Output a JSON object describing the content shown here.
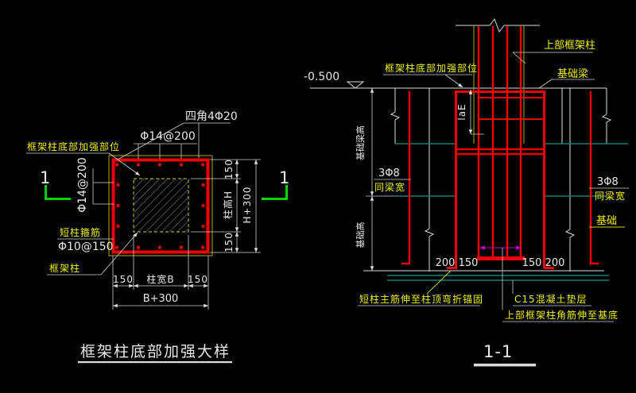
{
  "left_drawing": {
    "title": "框架柱底部加强大样",
    "section_marker": "1",
    "labels": {
      "corner_bars": "四角4Φ20",
      "top_stirrup": "Φ14@200",
      "left_stirrup": "Φ14@200",
      "strengthen_zone": "框架柱底部加强部位",
      "short_column_stirrup": "短柱箍筋",
      "short_column_stirrup_spec": "Φ10@150",
      "frame_column": "框架柱"
    },
    "dims_right": [
      "150",
      "柱高H",
      "150",
      "H+300"
    ],
    "dims_bottom": [
      "150",
      "柱宽B",
      "150",
      "B+300"
    ]
  },
  "right_drawing": {
    "title": "1-1",
    "labels": {
      "level": "-0.500",
      "strengthen_zone": "框架柱底部加强部位",
      "upper_column": "上部框架柱",
      "foundation_beam": "基础梁",
      "anchorage_length": "laE",
      "beam_bars_left": "3Φ8",
      "beam_bars_left_note": "同梁宽",
      "beam_bars_right": "3Φ8",
      "beam_bars_right_note": "同梁宽",
      "foundation": "基础",
      "note_short_column": "短柱主筋伸至柱顶弯折锚固",
      "note_cushion": "C15混凝土垫层",
      "note_corner_bars": "上部框架柱角筋伸至基底"
    },
    "dims_left_line": [
      "基础梁高",
      "基础高"
    ],
    "dims_bottom": [
      "200",
      "150",
      "150",
      "200"
    ]
  },
  "colors": {
    "background": "#000000",
    "rebar_red": "#ee0000",
    "label_yellow": "#f2f200",
    "line_white": "#dcdcdc",
    "outline_olive": "#8f8f00",
    "ground_teal": "#0a8078",
    "section_green": "#00d400",
    "dim_magenta": "#c400c4"
  }
}
